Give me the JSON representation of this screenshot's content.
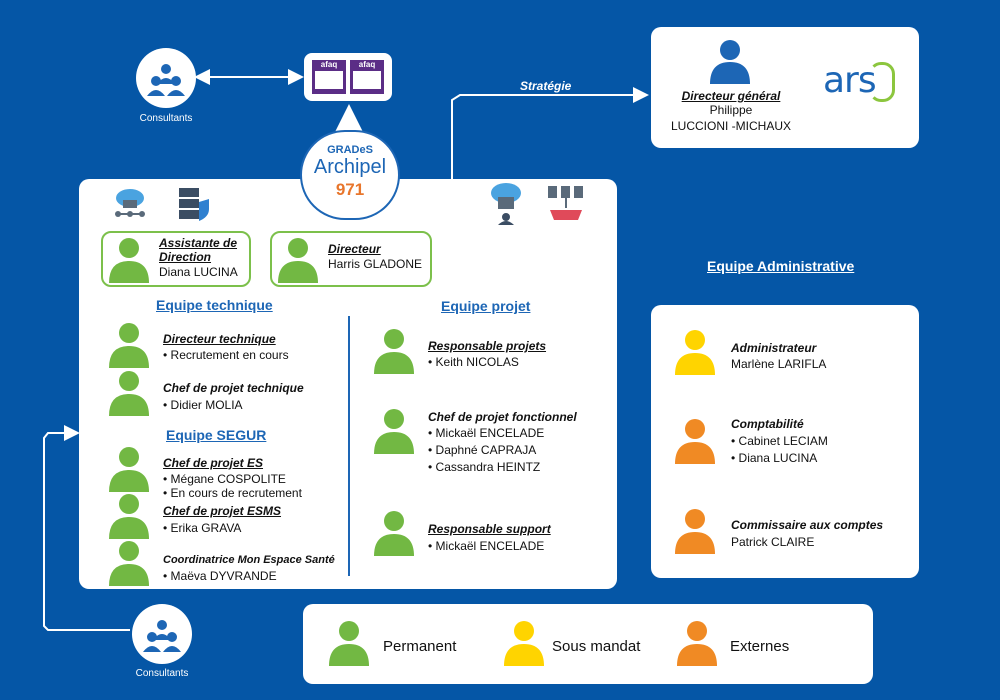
{
  "colors": {
    "background": "#0556a6",
    "permanent": "#72b843",
    "sous_mandat": "#ffd400",
    "externes": "#f08a24",
    "accent_blue": "#1d66b5"
  },
  "consultants_top": {
    "label": "Consultants",
    "icon": "people-group-icon"
  },
  "consultants_bottom": {
    "label": "Consultants",
    "icon": "people-group-icon"
  },
  "certifications": {
    "badge1": "afaq",
    "badge2": "afaq"
  },
  "logo": {
    "top": "GRADeS",
    "middle": "Archipel",
    "bottom": "971"
  },
  "strategie_label": "Stratégie",
  "directeur_general": {
    "role": "Directeur général",
    "name_line1": "Philippe",
    "name_line2": "LUCCIONI -MICHAUX",
    "ars_logo": "ars"
  },
  "assistante": {
    "role_line1": "Assistante de",
    "role_line2": "Direction",
    "name": "Diana LUCINA"
  },
  "directeur": {
    "role": "Directeur",
    "name": "Harris GLADONE"
  },
  "equipe_technique": {
    "title": "Equipe technique",
    "members": [
      {
        "role": "Directeur technique",
        "lines": [
          "• Recrutement en cours"
        ]
      },
      {
        "role": "Chef de projet technique",
        "lines": [
          "• Didier MOLIA"
        ]
      }
    ]
  },
  "equipe_segur": {
    "title": "Equipe SEGUR",
    "members": [
      {
        "role": "Chef de projet ES",
        "lines": [
          "• Mégane COSPOLITE",
          "• En cours de recrutement"
        ]
      },
      {
        "role": "Chef de projet ESMS",
        "lines": [
          "• Erika GRAVA"
        ]
      },
      {
        "role": "Coordinatrice Mon Espace Santé",
        "lines": [
          "• Maëva DYVRANDE"
        ]
      }
    ]
  },
  "equipe_projet": {
    "title": "Equipe projet",
    "members": [
      {
        "role": "Responsable projets",
        "lines": [
          "• Keith NICOLAS"
        ]
      },
      {
        "role": "Chef de projet fonctionnel",
        "lines": [
          "• Mickaël ENCELADE",
          "• Daphné CAPRAJA",
          "• Cassandra HEINTZ"
        ]
      },
      {
        "role": "Responsable support",
        "lines": [
          "• Mickaël ENCELADE"
        ]
      }
    ]
  },
  "equipe_administrative": {
    "title": "Equipe Administrative",
    "members": [
      {
        "role": "Administrateur",
        "lines": [
          "Marlène LARIFLA"
        ]
      },
      {
        "role": "Comptabilité",
        "lines": [
          "• Cabinet LECIAM",
          "• Diana LUCINA"
        ]
      },
      {
        "role": "Commissaire aux comptes",
        "lines": [
          "Patrick CLAIRE"
        ]
      }
    ]
  },
  "legend": {
    "permanent": "Permanent",
    "sous_mandat": "Sous mandat",
    "externes": "Externes"
  }
}
